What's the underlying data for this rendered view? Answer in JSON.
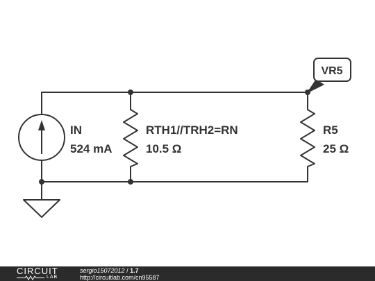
{
  "circuit": {
    "source": {
      "name": "IN",
      "value": "524 mA"
    },
    "resistor_equiv": {
      "name": "RTH1//TRH2=RN",
      "value": "10.5 Ω"
    },
    "resistor_load": {
      "name": "R5",
      "value": "25 Ω"
    },
    "probe": {
      "label": "VR5"
    }
  },
  "footer": {
    "logo_top": "CIRCUIT",
    "logo_bottom": "LAB",
    "author": "sergio15072012",
    "separator": " / ",
    "version": "1.7",
    "url": "http://circuitlab.com/cn95587"
  }
}
